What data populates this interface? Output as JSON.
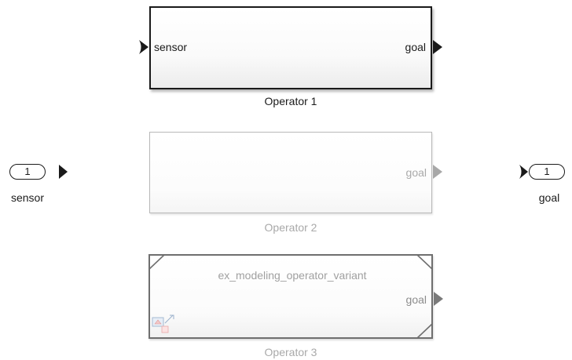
{
  "diagram": {
    "inport": {
      "number": "1",
      "label": "sensor"
    },
    "outport": {
      "number": "1",
      "label": "goal"
    },
    "blocks": [
      {
        "name": "Operator 1",
        "input_port": "sensor",
        "output_port": "goal",
        "state": "active"
      },
      {
        "name": "Operator 2",
        "output_port": "goal",
        "state": "inactive"
      },
      {
        "name": "Operator 3",
        "model_name": "ex_modeling_operator_variant",
        "output_port": "goal",
        "state": "inactive",
        "kind": "model-reference"
      }
    ]
  },
  "colors": {
    "active_stroke": "#1a1a1a",
    "inactive_stroke": "#b8b8b8",
    "inactive_text": "#a9a9a9"
  }
}
